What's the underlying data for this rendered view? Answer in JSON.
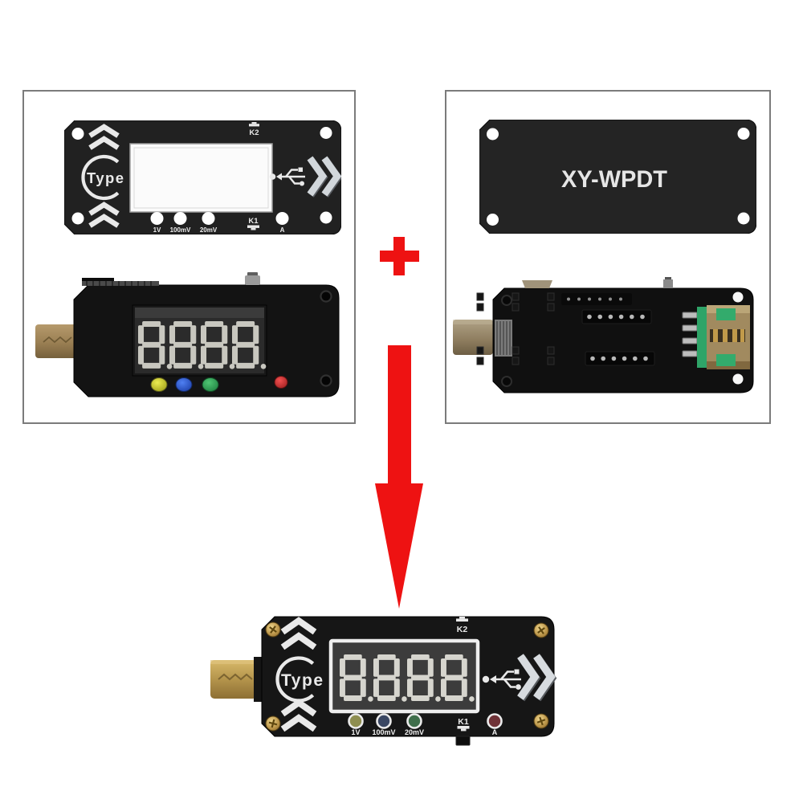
{
  "colors": {
    "background": "#ffffff",
    "box_border": "#7b7b7b",
    "panel_black": "#1f1f1f",
    "print_white": "#e9e9e9",
    "accent_red": "#ee1212",
    "gold_plug": "#b4984f",
    "display_digits": "#cfcec6",
    "led_yellow": "#d9d932",
    "led_blue": "#2e62e8",
    "led_green": "#37b25e",
    "led_red": "#e23434",
    "usb_port_green": "#2fa468"
  },
  "top_left_box": {
    "faceplate": {
      "logo": "Type",
      "k2_label": "K2",
      "k1_label": "K1",
      "volt_label": "1V",
      "mv100_label": "100mV",
      "mv20_label": "20mV",
      "amp_label": "A"
    },
    "tester_photo": {
      "display_value": "8.8.8.8"
    }
  },
  "top_right_box": {
    "cover_plate": {
      "model": "XY-WPDT"
    }
  },
  "plus_icon": "+",
  "assembled_tester": {
    "logo": "Type",
    "k2_label": "K2",
    "k1_label": "K1",
    "volt_label": "1V",
    "mv100_label": "100mV",
    "mv20_label": "20mV",
    "amp_label": "A",
    "display_value": "8.8.8.8"
  }
}
